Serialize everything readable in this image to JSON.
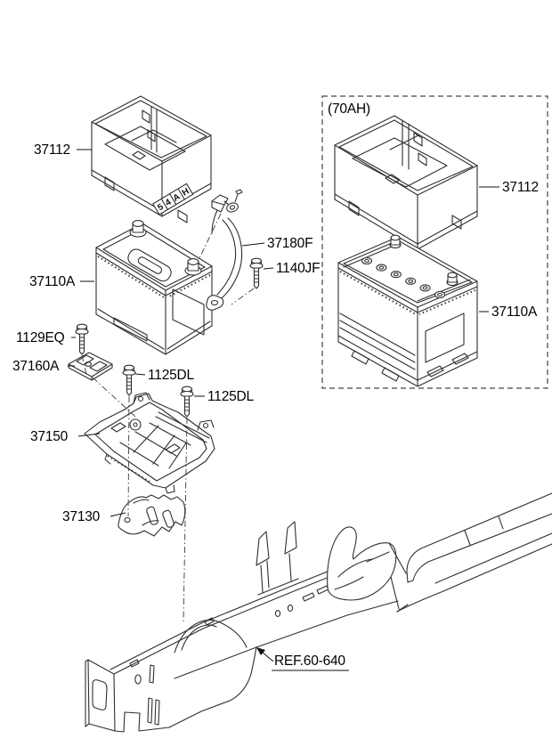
{
  "page": {
    "background": "#ffffff",
    "line_color": "#2f2f2f"
  },
  "labels": {
    "insulator": "37112",
    "battery": "37110A",
    "cable": "37180F",
    "cable_bolt": "1140JF",
    "clamp_bolt": "1129EQ",
    "clamp": "37160A",
    "tray_bolt_1": "1125DL",
    "tray_bolt_2": "1125DL",
    "tray": "37150",
    "bracket": "37130",
    "frame_ref": "REF.60-640"
  },
  "inset": {
    "variant": "(70AH)",
    "insulator": "37112",
    "battery": "37110A"
  },
  "battery_strip": "54AH"
}
